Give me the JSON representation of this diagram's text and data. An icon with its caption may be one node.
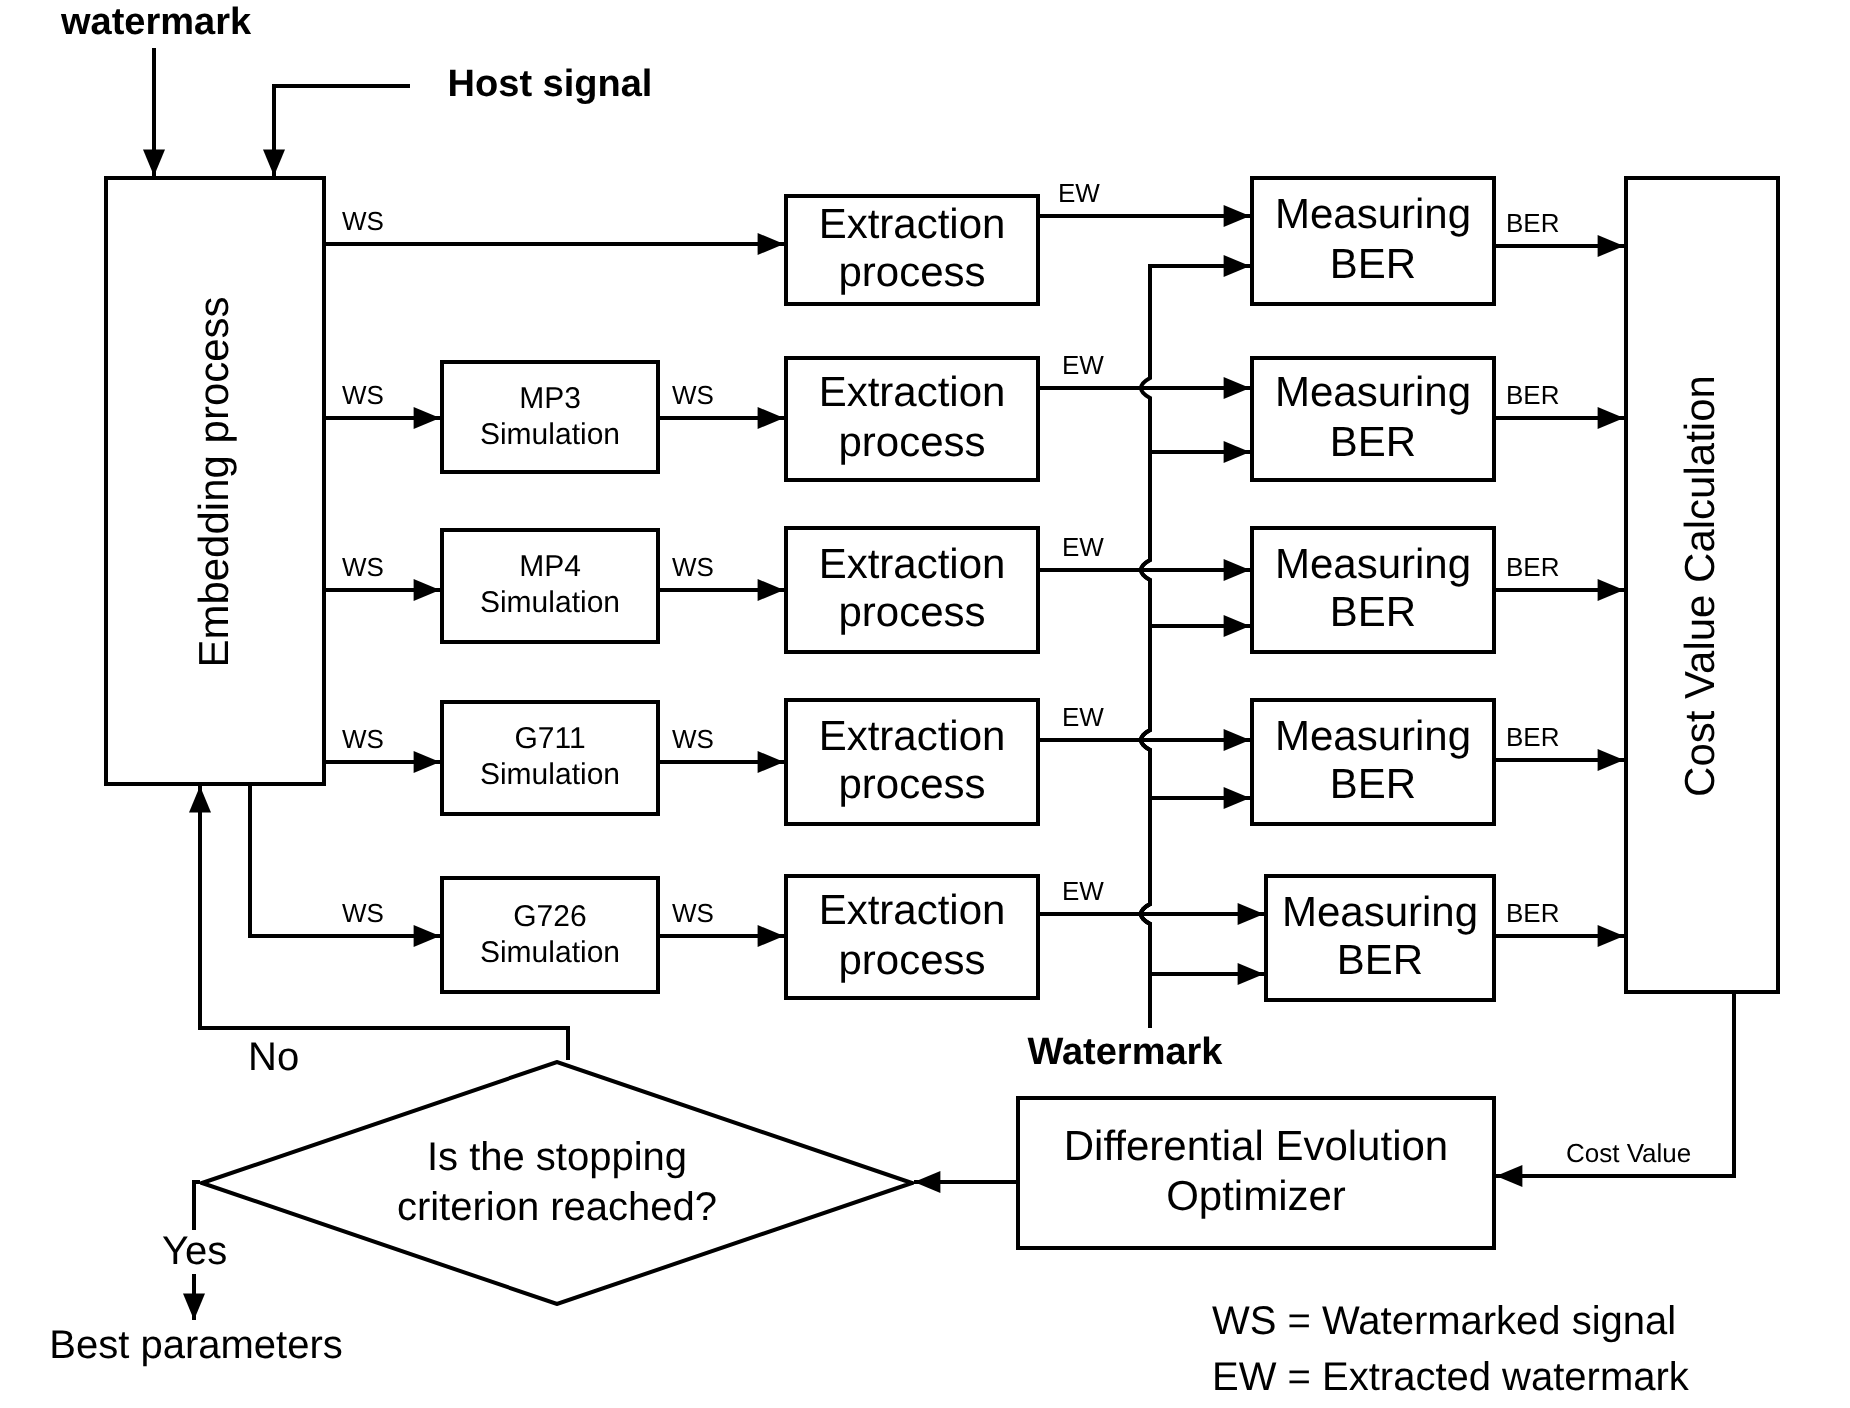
{
  "diagram": {
    "nodes": [
      {
        "text": [
          "watermark"
        ]
      },
      {
        "text": [
          "Host signal"
        ]
      },
      {
        "text": [
          "Embedding process"
        ]
      },
      {
        "text": [
          "Extraction process"
        ]
      },
      {
        "text": [
          "Measuring BER"
        ]
      },
      {
        "text": [
          "Cost Value Calculation"
        ]
      },
      {
        "text": [
          "MP3 Simulation"
        ]
      },
      {
        "text": [
          "Extraction process"
        ]
      },
      {
        "text": [
          "Measuring BER"
        ]
      },
      {
        "text": [
          "MP4 Simulation"
        ]
      },
      {
        "text": [
          "Extraction process"
        ]
      },
      {
        "text": [
          "Measuring BER"
        ]
      },
      {
        "text": [
          "G711 Simulation"
        ]
      },
      {
        "text": [
          "Extraction process"
        ]
      },
      {
        "text": [
          "Measuring BER"
        ]
      },
      {
        "text": [
          "G726 Simulation"
        ]
      },
      {
        "text": [
          "Extraction process"
        ]
      },
      {
        "text": [
          "Measuring BER"
        ]
      },
      {
        "text": [
          "Watermark"
        ]
      },
      {
        "text": [
          "Differential Evolution Optimizer"
        ]
      },
      {
        "text": [
          "Is the stopping criterion reached?"
        ]
      },
      {
        "text": [
          "Best parameters"
        ]
      }
    ],
    "edges": [
      {
        "from": 0,
        "to": 2,
        "arrow": "to"
      },
      {
        "from": 1,
        "to": 2,
        "arrow": "to"
      },
      {
        "from": 2,
        "to": 3,
        "arrow": "to",
        "label": "WS"
      },
      {
        "from": 3,
        "to": 4,
        "arrow": "to",
        "label": "EW"
      },
      {
        "from": 4,
        "to": 5,
        "arrow": "to",
        "label": "BER"
      },
      {
        "from": 2,
        "to": 6,
        "arrow": "to",
        "label": "WS"
      },
      {
        "from": 6,
        "to": 7,
        "arrow": "to",
        "label": "WS"
      },
      {
        "from": 7,
        "to": 8,
        "arrow": "to",
        "label": "EW"
      },
      {
        "from": 8,
        "to": 5,
        "arrow": "to",
        "label": "BER"
      },
      {
        "from": 2,
        "to": 9,
        "arrow": "to",
        "label": "WS"
      },
      {
        "from": 9,
        "to": 10,
        "arrow": "to",
        "label": "WS"
      },
      {
        "from": 10,
        "to": 11,
        "arrow": "to",
        "label": "EW"
      },
      {
        "from": 11,
        "to": 5,
        "arrow": "to",
        "label": "BER"
      },
      {
        "from": 2,
        "to": 12,
        "arrow": "to",
        "label": "WS"
      },
      {
        "from": 12,
        "to": 13,
        "arrow": "to",
        "label": "WS"
      },
      {
        "from": 13,
        "to": 14,
        "arrow": "to",
        "label": "EW"
      },
      {
        "from": 14,
        "to": 5,
        "arrow": "to",
        "label": "BER"
      },
      {
        "from": 2,
        "to": 15,
        "arrow": "to",
        "label": "WS"
      },
      {
        "from": 15,
        "to": 16,
        "arrow": "to",
        "label": "WS"
      },
      {
        "from": 16,
        "to": 17,
        "arrow": "to",
        "label": "EW"
      },
      {
        "from": 17,
        "to": 5,
        "arrow": "to",
        "label": "BER"
      },
      {
        "from": 18,
        "to": 4,
        "arrow": "to"
      },
      {
        "from": 18,
        "to": 8,
        "arrow": "to"
      },
      {
        "from": 18,
        "to": 11,
        "arrow": "to"
      },
      {
        "from": 18,
        "to": 14,
        "arrow": "to"
      },
      {
        "from": 18,
        "to": 17,
        "arrow": "to"
      },
      {
        "from": 5,
        "to": 19,
        "arrow": "to",
        "label": "Cost Value"
      },
      {
        "from": 19,
        "to": 20,
        "arrow": "to"
      },
      {
        "from": 20,
        "to": 2,
        "arrow": "to",
        "label": "No"
      },
      {
        "from": 20,
        "to": 21,
        "arrow": "to",
        "label": "Yes"
      }
    ],
    "labels": [
      "WS = Watermarked signal",
      "EW = Extracted watermark"
    ]
  }
}
